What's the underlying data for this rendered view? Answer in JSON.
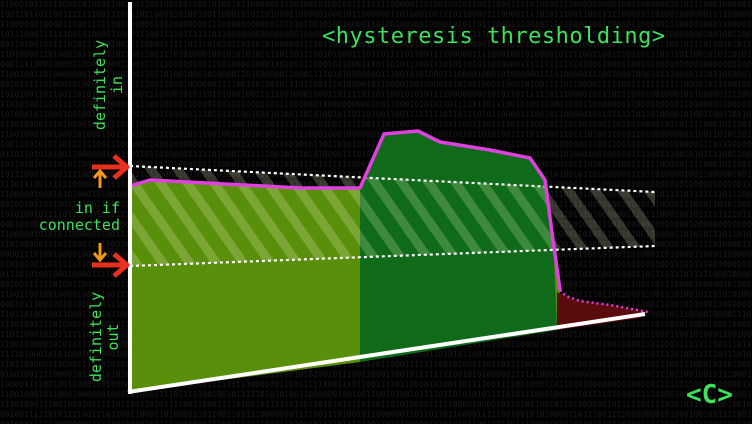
{
  "title": "<hysteresis thresholding>",
  "labels": {
    "definitely_in": [
      "definitely",
      "in"
    ],
    "in_if_connected": [
      "in if",
      "connected"
    ],
    "definitely_out": [
      "definitely",
      "out"
    ]
  },
  "logo": "<C>",
  "colors": {
    "background": "#000000",
    "text_green": "#3fe05a",
    "fill_olive": "#5a8f0c",
    "fill_green": "#0f6b1a",
    "fill_red": "#5a0b0b",
    "signal": "#e040e0",
    "arrow_red": "#e8301e",
    "arrow_orange": "#f39a1e",
    "axis": "#ffffff"
  },
  "icons": {
    "upper_threshold_arrow": "right-arrow-icon",
    "lower_threshold_arrow": "right-arrow-icon",
    "up_arrow": "up-arrow-icon",
    "down_arrow": "down-arrow-icon"
  }
}
